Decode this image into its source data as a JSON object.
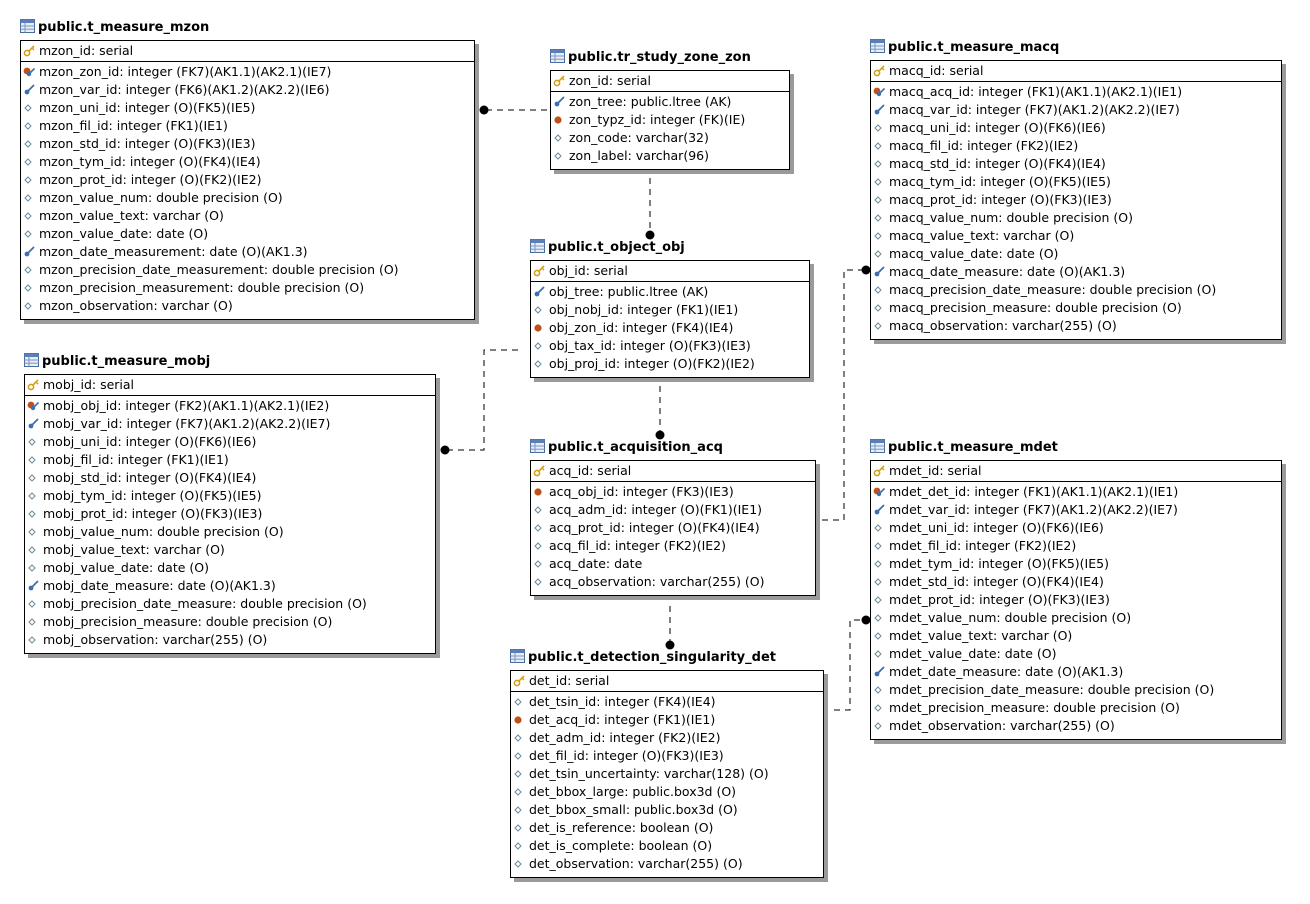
{
  "entities": [
    {
      "title": "public.t_measure_mzon",
      "pk": "mzon_id: serial",
      "columns": [
        {
          "text": "mzon_zon_id: integer (FK7)(AK1.1)(AK2.1)(IE7)",
          "icon": "fk-key-icon"
        },
        {
          "text": "mzon_var_id: integer (FK6)(AK1.2)(AK2.2)(IE6)",
          "icon": "ak-key-icon"
        },
        {
          "text": "mzon_uni_id: integer (O)(FK5)(IE5)",
          "icon": "attribute-icon"
        },
        {
          "text": "mzon_fil_id: integer (FK1)(IE1)",
          "icon": "attribute-icon"
        },
        {
          "text": "mzon_std_id: integer (O)(FK3)(IE3)",
          "icon": "attribute-icon"
        },
        {
          "text": "mzon_tym_id: integer (O)(FK4)(IE4)",
          "icon": "attribute-icon"
        },
        {
          "text": "mzon_prot_id: integer (O)(FK2)(IE2)",
          "icon": "attribute-icon"
        },
        {
          "text": "mzon_value_num: double precision (O)",
          "icon": "attribute-icon"
        },
        {
          "text": "mzon_value_text: varchar (O)",
          "icon": "attribute-icon"
        },
        {
          "text": "mzon_value_date: date (O)",
          "icon": "attribute-icon"
        },
        {
          "text": "mzon_date_measurement: date (O)(AK1.3)",
          "icon": "ak-key-icon"
        },
        {
          "text": "mzon_precision_date_measurement: double precision (O)",
          "icon": "attribute-icon"
        },
        {
          "text": "mzon_precision_measurement: double precision (O)",
          "icon": "attribute-icon"
        },
        {
          "text": "mzon_observation: varchar (O)",
          "icon": "attribute-icon"
        }
      ]
    },
    {
      "title": "public.tr_study_zone_zon",
      "pk": "zon_id: serial",
      "columns": [
        {
          "text": "zon_tree: public.ltree (AK)",
          "icon": "ak-key-icon"
        },
        {
          "text": "zon_typz_id: integer (FK)(IE)",
          "icon": "fk-dot-icon"
        },
        {
          "text": "zon_code: varchar(32)",
          "icon": "attribute-icon"
        },
        {
          "text": "zon_label: varchar(96)",
          "icon": "attribute-icon"
        }
      ]
    },
    {
      "title": "public.t_measure_macq",
      "pk": "macq_id: serial",
      "columns": [
        {
          "text": "macq_acq_id: integer (FK1)(AK1.1)(AK2.1)(IE1)",
          "icon": "fk-key-icon"
        },
        {
          "text": "macq_var_id: integer (FK7)(AK1.2)(AK2.2)(IE7)",
          "icon": "ak-key-icon"
        },
        {
          "text": "macq_uni_id: integer (O)(FK6)(IE6)",
          "icon": "attribute-icon"
        },
        {
          "text": "macq_fil_id: integer (FK2)(IE2)",
          "icon": "attribute-icon"
        },
        {
          "text": "macq_std_id: integer (O)(FK4)(IE4)",
          "icon": "attribute-icon"
        },
        {
          "text": "macq_tym_id: integer (O)(FK5)(IE5)",
          "icon": "attribute-icon"
        },
        {
          "text": "macq_prot_id: integer (O)(FK3)(IE3)",
          "icon": "attribute-icon"
        },
        {
          "text": "macq_value_num: double precision (O)",
          "icon": "attribute-icon"
        },
        {
          "text": "macq_value_text: varchar (O)",
          "icon": "attribute-icon"
        },
        {
          "text": "macq_value_date: date (O)",
          "icon": "attribute-icon"
        },
        {
          "text": "macq_date_measure: date (O)(AK1.3)",
          "icon": "ak-key-icon"
        },
        {
          "text": "macq_precision_date_measure: double precision (O)",
          "icon": "attribute-icon"
        },
        {
          "text": "macq_precision_measure: double precision (O)",
          "icon": "attribute-icon"
        },
        {
          "text": "macq_observation: varchar(255) (O)",
          "icon": "attribute-icon"
        }
      ]
    },
    {
      "title": "public.t_object_obj",
      "pk": "obj_id: serial",
      "columns": [
        {
          "text": "obj_tree: public.ltree (AK)",
          "icon": "ak-key-icon"
        },
        {
          "text": "obj_nobj_id: integer (FK1)(IE1)",
          "icon": "attribute-icon"
        },
        {
          "text": "obj_zon_id: integer (FK4)(IE4)",
          "icon": "fk-dot-icon"
        },
        {
          "text": "obj_tax_id: integer (O)(FK3)(IE3)",
          "icon": "attribute-icon"
        },
        {
          "text": "obj_proj_id: integer (O)(FK2)(IE2)",
          "icon": "attribute-icon"
        }
      ]
    },
    {
      "title": "public.t_measure_mobj",
      "pk": "mobj_id: serial",
      "columns": [
        {
          "text": "mobj_obj_id: integer (FK2)(AK1.1)(AK2.1)(IE2)",
          "icon": "fk-key-icon"
        },
        {
          "text": "mobj_var_id: integer (FK7)(AK1.2)(AK2.2)(IE7)",
          "icon": "ak-key-icon"
        },
        {
          "text": "mobj_uni_id: integer (O)(FK6)(IE6)",
          "icon": "attribute-icon"
        },
        {
          "text": "mobj_fil_id: integer (FK1)(IE1)",
          "icon": "attribute-icon"
        },
        {
          "text": "mobj_std_id: integer (O)(FK4)(IE4)",
          "icon": "attribute-icon"
        },
        {
          "text": "mobj_tym_id: integer (O)(FK5)(IE5)",
          "icon": "attribute-icon"
        },
        {
          "text": "mobj_prot_id: integer (O)(FK3)(IE3)",
          "icon": "attribute-icon"
        },
        {
          "text": "mobj_value_num: double precision (O)",
          "icon": "attribute-icon"
        },
        {
          "text": "mobj_value_text: varchar (O)",
          "icon": "attribute-icon"
        },
        {
          "text": "mobj_value_date: date (O)",
          "icon": "attribute-icon"
        },
        {
          "text": "mobj_date_measure: date (O)(AK1.3)",
          "icon": "ak-key-icon"
        },
        {
          "text": "mobj_precision_date_measure: double precision (O)",
          "icon": "attribute-icon"
        },
        {
          "text": "mobj_precision_measure: double precision (O)",
          "icon": "attribute-icon"
        },
        {
          "text": "mobj_observation: varchar(255) (O)",
          "icon": "attribute-icon"
        }
      ]
    },
    {
      "title": "public.t_acquisition_acq",
      "pk": "acq_id: serial",
      "columns": [
        {
          "text": "acq_obj_id: integer (FK3)(IE3)",
          "icon": "fk-dot-icon"
        },
        {
          "text": "acq_adm_id: integer (O)(FK1)(IE1)",
          "icon": "attribute-icon"
        },
        {
          "text": "acq_prot_id: integer (O)(FK4)(IE4)",
          "icon": "attribute-icon"
        },
        {
          "text": "acq_fil_id: integer (FK2)(IE2)",
          "icon": "attribute-icon"
        },
        {
          "text": "acq_date: date",
          "icon": "attribute-icon"
        },
        {
          "text": "acq_observation: varchar(255) (O)",
          "icon": "attribute-icon"
        }
      ]
    },
    {
      "title": "public.t_measure_mdet",
      "pk": "mdet_id: serial",
      "columns": [
        {
          "text": "mdet_det_id: integer (FK1)(AK1.1)(AK2.1)(IE1)",
          "icon": "fk-key-icon"
        },
        {
          "text": "mdet_var_id: integer (FK7)(AK1.2)(AK2.2)(IE7)",
          "icon": "ak-key-icon"
        },
        {
          "text": "mdet_uni_id: integer (O)(FK6)(IE6)",
          "icon": "attribute-icon"
        },
        {
          "text": "mdet_fil_id: integer (FK2)(IE2)",
          "icon": "attribute-icon"
        },
        {
          "text": "mdet_tym_id: integer (O)(FK5)(IE5)",
          "icon": "attribute-icon"
        },
        {
          "text": "mdet_std_id: integer (O)(FK4)(IE4)",
          "icon": "attribute-icon"
        },
        {
          "text": "mdet_prot_id: integer (O)(FK3)(IE3)",
          "icon": "attribute-icon"
        },
        {
          "text": "mdet_value_num: double precision (O)",
          "icon": "attribute-icon"
        },
        {
          "text": "mdet_value_text: varchar (O)",
          "icon": "attribute-icon"
        },
        {
          "text": "mdet_value_date: date (O)",
          "icon": "attribute-icon"
        },
        {
          "text": "mdet_date_measure: date (O)(AK1.3)",
          "icon": "ak-key-icon"
        },
        {
          "text": "mdet_precision_date_measure: double precision (O)",
          "icon": "attribute-icon"
        },
        {
          "text": "mdet_precision_measure: double precision (O)",
          "icon": "attribute-icon"
        },
        {
          "text": "mdet_observation: varchar(255) (O)",
          "icon": "attribute-icon"
        }
      ]
    },
    {
      "title": "public.t_detection_singularity_det",
      "pk": "det_id: serial",
      "columns": [
        {
          "text": "det_tsin_id: integer (FK4)(IE4)",
          "icon": "attribute-icon"
        },
        {
          "text": "det_acq_id: integer (FK1)(IE1)",
          "icon": "fk-dot-icon"
        },
        {
          "text": "det_adm_id: integer (FK2)(IE2)",
          "icon": "attribute-icon"
        },
        {
          "text": "det_fil_id: integer (O)(FK3)(IE3)",
          "icon": "attribute-icon"
        },
        {
          "text": "det_tsin_uncertainty: varchar(128) (O)",
          "icon": "attribute-icon"
        },
        {
          "text": "det_bbox_large: public.box3d (O)",
          "icon": "attribute-icon"
        },
        {
          "text": "det_bbox_small: public.box3d (O)",
          "icon": "attribute-icon"
        },
        {
          "text": "det_is_reference: boolean (O)",
          "icon": "attribute-icon"
        },
        {
          "text": "det_is_complete: boolean (O)",
          "icon": "attribute-icon"
        },
        {
          "text": "det_observation: varchar(255) (O)",
          "icon": "attribute-icon"
        }
      ]
    }
  ],
  "colors": {
    "pk_icon": "#d4a017",
    "fk_dot": "#c0501a",
    "ak_key": "#3a6fb0",
    "attribute": "#6a8a9a"
  }
}
